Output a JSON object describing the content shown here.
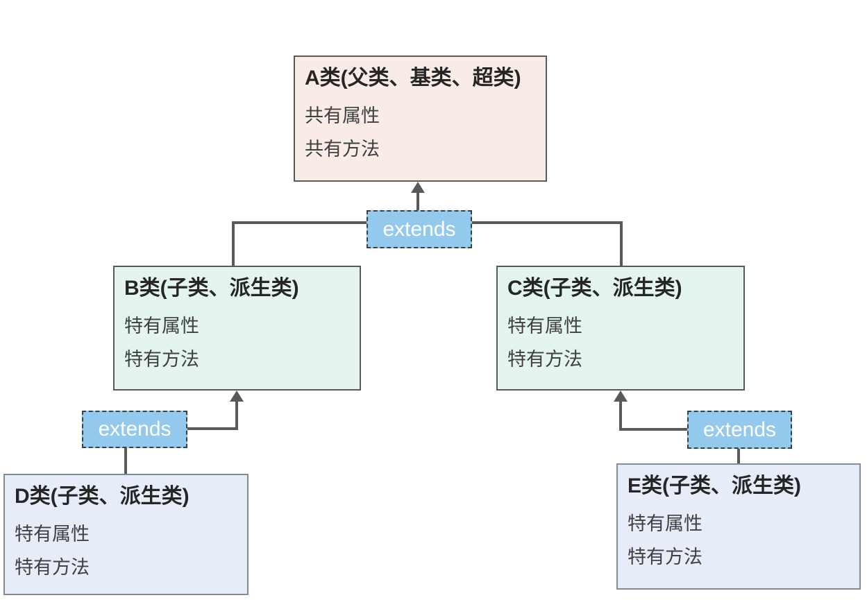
{
  "diagram": {
    "boxes": {
      "a": {
        "title": "A类(父类、基类、超类)",
        "lines": [
          "共有属性",
          "共有方法"
        ]
      },
      "b": {
        "title": "B类(子类、派生类)",
        "lines": [
          "特有属性",
          "特有方法"
        ]
      },
      "c": {
        "title": "C类(子类、派生类)",
        "lines": [
          "特有属性",
          "特有方法"
        ]
      },
      "d": {
        "title": "D类(子类、派生类)",
        "lines": [
          "特有属性",
          "特有方法"
        ]
      },
      "e": {
        "title": "E类(子类、派生类)",
        "lines": [
          "特有属性",
          "特有方法"
        ]
      }
    },
    "labels": {
      "extends_top": "extends",
      "extends_left": "extends",
      "extends_right": "extends"
    }
  },
  "colors": {
    "parent_fill": "#f9ece6",
    "parent_border": "#595959",
    "child_fill": "#e3f5ee",
    "child_border": "#595959",
    "grandchild_fill": "#e7ecf9",
    "grandchild_border": "#828b99",
    "extends_fill": "#92c9ec",
    "extends_border": "#373e44",
    "extends_text": "#ffffff",
    "line": "#595959",
    "title_text": "#262626",
    "body_text": "#3f3f3f",
    "background": "#ffffff"
  }
}
